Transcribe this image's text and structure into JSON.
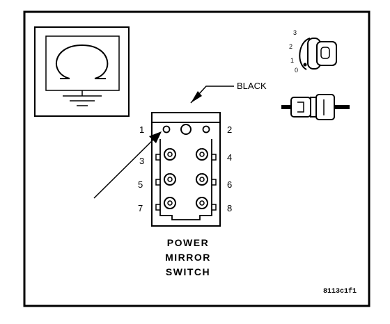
{
  "connector_color_label": "BLACK",
  "pins": [
    "1",
    "2",
    "3",
    "4",
    "5",
    "6",
    "7",
    "8"
  ],
  "component_title": [
    "POWER",
    "MIRROR",
    "SWITCH"
  ],
  "figure_code": "8113c1f1",
  "ignition_positions": [
    "3",
    "2",
    "1",
    "0"
  ]
}
